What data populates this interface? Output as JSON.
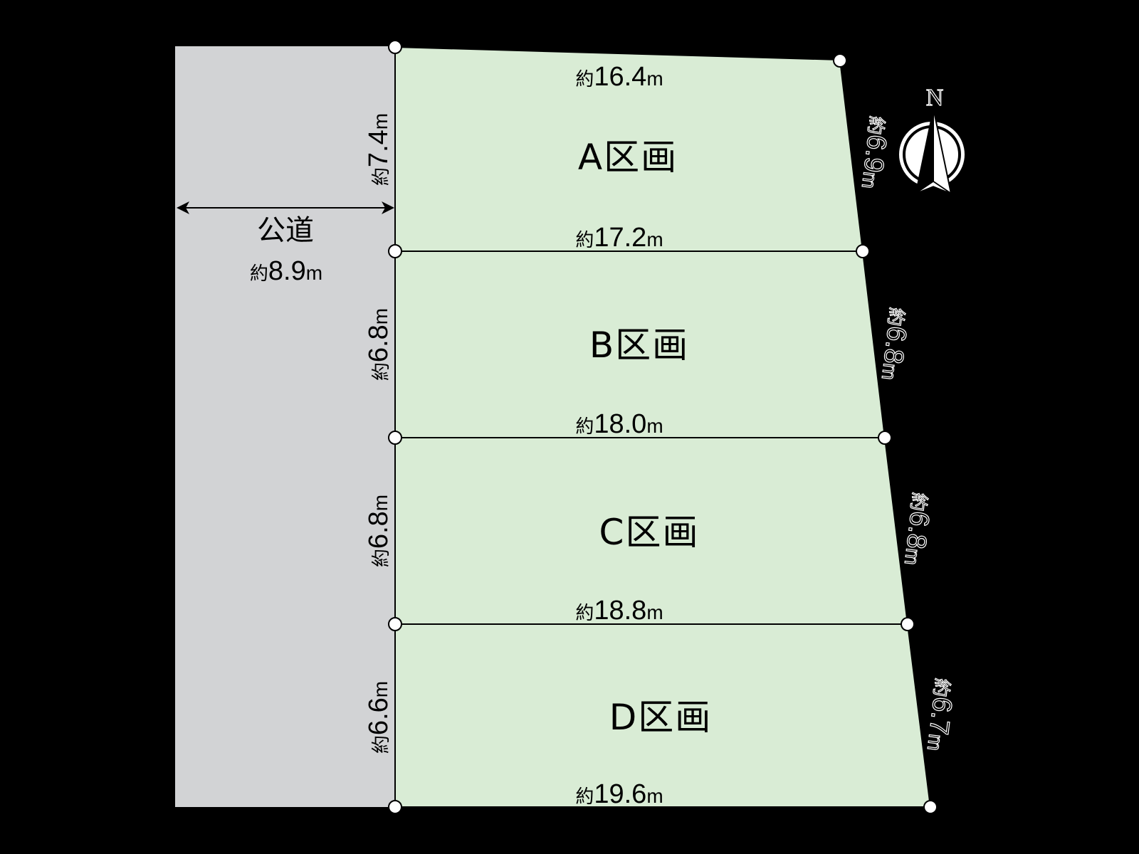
{
  "colors": {
    "background": "#000000",
    "lot_fill": "#d9ecd5",
    "road_fill": "#d2d3d5",
    "line": "#000000",
    "vertex_fill": "#ffffff"
  },
  "road": {
    "label": "公道",
    "width_prefix": "約",
    "width_value": "8.9",
    "width_unit": "m"
  },
  "compass": {
    "label": "N",
    "icon": "north-arrow-icon"
  },
  "lots": [
    {
      "id": "A",
      "name": "A区画",
      "top_prefix": "約",
      "top_value": "16.4",
      "top_unit": "m",
      "left_prefix": "約",
      "left_value": "7.4",
      "left_unit": "m",
      "right_prefix": "約",
      "right_value": "6.9",
      "right_unit": "m"
    },
    {
      "id": "B",
      "name": "B区画",
      "top_prefix": "約",
      "top_value": "17.2",
      "top_unit": "m",
      "left_prefix": "約",
      "left_value": "6.8",
      "left_unit": "m",
      "right_prefix": "約",
      "right_value": "6.8",
      "right_unit": "m"
    },
    {
      "id": "C",
      "name": "C区画",
      "top_prefix": "約",
      "top_value": "18.0",
      "top_unit": "m",
      "left_prefix": "約",
      "left_value": "6.8",
      "left_unit": "m",
      "right_prefix": "約",
      "right_value": "6.8",
      "right_unit": "m"
    },
    {
      "id": "D",
      "name": "D区画",
      "top_prefix": "約",
      "top_value": "18.8",
      "top_unit": "m",
      "left_prefix": "約",
      "left_value": "6.6",
      "left_unit": "m",
      "right_prefix": "約",
      "right_value": "6.7",
      "right_unit": "m"
    }
  ],
  "bottom_frontage": {
    "prefix": "約",
    "value": "19.6",
    "unit": "m"
  }
}
